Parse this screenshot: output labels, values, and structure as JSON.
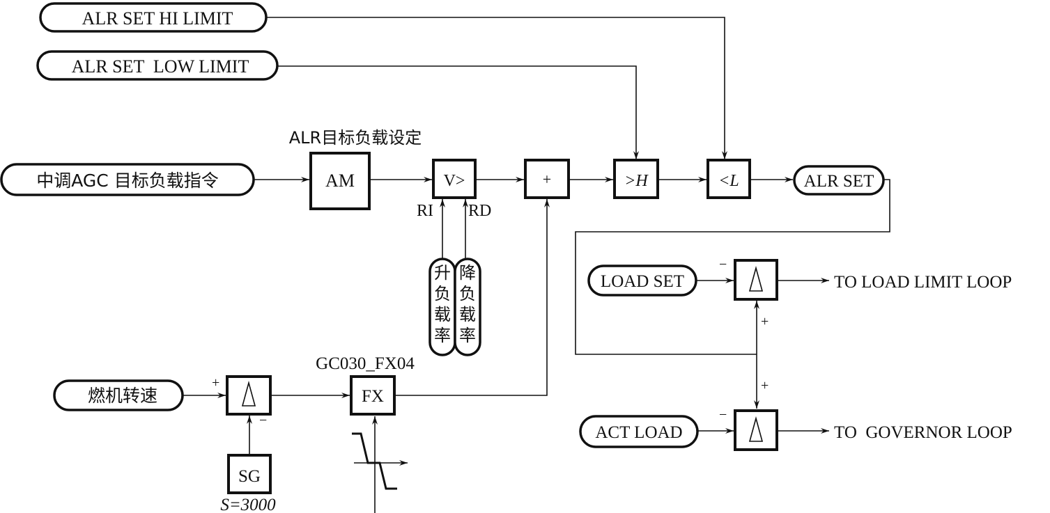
{
  "inputs": {
    "alr_hi_limit": "ALR SET HI LIMIT",
    "alr_low_limit": "ALR SET  LOW LIMIT",
    "agc_target": "中调AGC 目标负载指令",
    "turbine_speed": "燃机转速",
    "load_set": "LOAD SET",
    "act_load": "ACT LOAD",
    "rate_up": [
      "升",
      "负",
      "载",
      "率"
    ],
    "rate_down": [
      "降",
      "负",
      "载",
      "率"
    ]
  },
  "blocks": {
    "am": "AM",
    "am_caption": "ALR目标负载设定",
    "rate_limiter": "V>",
    "ri": "RI",
    "rd": "RD",
    "sum": "+",
    "high_limit": ">H",
    "low_limit": "<L",
    "fx": "FX",
    "fx_caption": "GC030_FX04",
    "sg": "SG",
    "sg_caption": "S=3000",
    "delta": "Δ"
  },
  "outputs": {
    "alr_set": "ALR SET",
    "to_load_limit": "TO LOAD LIMIT LOOP",
    "to_governor": "TO  GOVERNOR LOOP"
  },
  "signs": {
    "plus": "+",
    "minus": "−"
  }
}
